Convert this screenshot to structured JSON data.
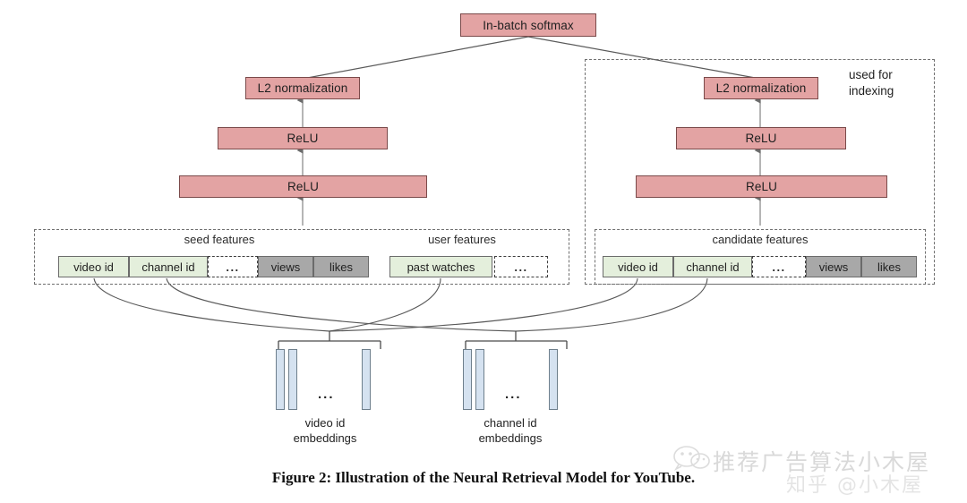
{
  "figure": {
    "caption": "Figure 2: Illustration of the Neural Retrieval Model for YouTube.",
    "side_note": "used for\nindexing"
  },
  "top": {
    "softmax_label": "In-batch softmax"
  },
  "left_tower": {
    "l2_label": "L2 normalization",
    "relu_upper_label": "ReLU",
    "relu_lower_label": "ReLU"
  },
  "right_tower": {
    "l2_label": "L2 normalization",
    "relu_upper_label": "ReLU",
    "relu_lower_label": "ReLU"
  },
  "feature_groups": {
    "seed": {
      "label": "seed features",
      "cells": [
        {
          "text": "video id",
          "kind": "green"
        },
        {
          "text": "channel id",
          "kind": "green"
        },
        {
          "text": "...",
          "kind": "dots"
        },
        {
          "text": "views",
          "kind": "gray"
        },
        {
          "text": "likes",
          "kind": "gray"
        }
      ]
    },
    "user": {
      "label": "user features",
      "cells": [
        {
          "text": "past watches",
          "kind": "green"
        },
        {
          "text": "...",
          "kind": "dots"
        }
      ]
    },
    "candidate": {
      "label": "candidate features",
      "cells": [
        {
          "text": "video id",
          "kind": "green"
        },
        {
          "text": "channel id",
          "kind": "green"
        },
        {
          "text": "...",
          "kind": "dots"
        },
        {
          "text": "views",
          "kind": "gray"
        },
        {
          "text": "likes",
          "kind": "gray"
        }
      ]
    }
  },
  "embeddings": {
    "video": {
      "label": "video id\nembeddings",
      "dots": "..."
    },
    "channel": {
      "label": "channel  id\nembeddings",
      "dots": "..."
    }
  },
  "watermark": {
    "text": "推荐广告算法小木屋",
    "text2": "知乎 @小木屋"
  },
  "colors": {
    "pink": "#e3a3a3",
    "pink_border": "#7a4a4a",
    "green": "#e4efdc",
    "gray": "#a8a8a8",
    "bar_blue": "#d5e2f0",
    "bar_border": "#6e7f8c",
    "line": "#5a5a5a",
    "dash": "#6f6f6f"
  }
}
